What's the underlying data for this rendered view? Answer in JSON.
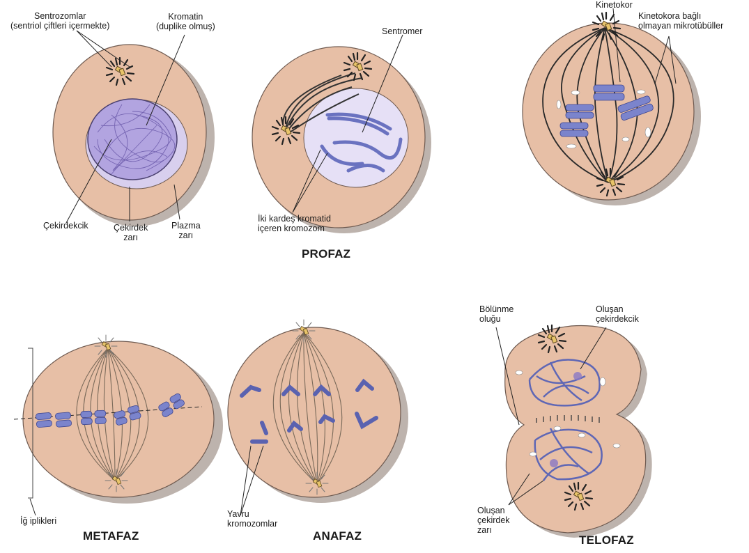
{
  "colors": {
    "cytoplasm": "#e7bfa6",
    "cytoplasm_edge": "#6e5a50",
    "shadow": "#bdb3ad",
    "nucleus": "#c9bfe6",
    "chromatin": "#8a78c6",
    "chromosome": "#7b84cc",
    "spindle": "#3a3a3a",
    "centriole": "#e8c46a"
  },
  "labels": {
    "centrosomes": [
      "Sentrozomlar",
      "(sentriol çiftleri içermekte)"
    ],
    "chromatin": [
      "Kromatin",
      "(duplike olmuş)"
    ],
    "nucleolus": "Çekirdekcik",
    "nuclear_envelope": [
      "Çekirdek",
      "zarı"
    ],
    "plasma_membrane": [
      "Plazma",
      "zarı"
    ],
    "centromere": "Sentromer",
    "sister_chromatids": [
      "İki kardeş kromatid",
      "içeren kromozom"
    ],
    "kinetochore": "Kinetokor",
    "non_kinetochore_mt": [
      "Kinetokora bağlı",
      "olmayan mikrotübüller"
    ],
    "spindle_fibers": "İğ iplikleri",
    "daughter_chromosomes": [
      "Yavru",
      "kromozomlar"
    ],
    "cleavage_furrow": [
      "Bölünme",
      "oluğu"
    ],
    "forming_nucleolus": [
      "Oluşan",
      "çekirdekcik"
    ],
    "forming_nuclear_envelope": [
      "Oluşan",
      "çekirdek",
      "zarı"
    ]
  },
  "stages": {
    "prophase": "PROFAZ",
    "metaphase": "METAFAZ",
    "anaphase": "ANAFAZ",
    "telophase": "TELOFAZ"
  }
}
